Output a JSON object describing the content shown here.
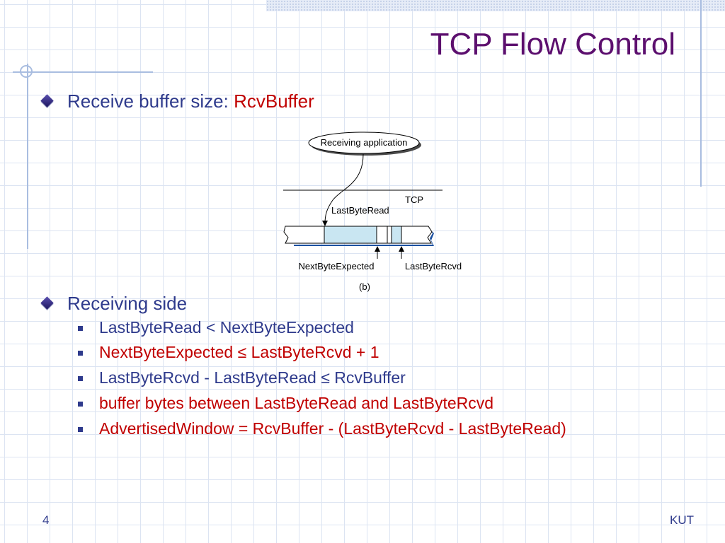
{
  "slide": {
    "title": "TCP Flow Control",
    "bullet1": {
      "text": "Receive buffer size: ",
      "highlight": "RcvBuffer"
    },
    "diagram": {
      "app_label": "Receiving application",
      "tcp_label": "TCP",
      "last_byte_read_label": "LastByteRead",
      "next_byte_expected_label": "NextByteExpected",
      "last_byte_rcvd_label": "LastByteRcvd",
      "caption": "(b)"
    },
    "bullet2": {
      "text": "Receiving side"
    },
    "sub_items": [
      {
        "text": "LastByteRead < NextByteExpected",
        "color": "#2e3a8c"
      },
      {
        "text": "NextByteExpected ≤ LastByteRcvd + 1",
        "color": "#c00000"
      },
      {
        "text": "LastByteRcvd - LastByteRead ≤ RcvBuffer",
        "color": "#2e3a8c"
      },
      {
        "text": "buffer bytes between LastByteRead and LastByteRcvd",
        "color": "#c00000"
      },
      {
        "text": "AdvertisedWindow = RcvBuffer - (LastByteRcvd - LastByteRead)",
        "color": "#c00000"
      }
    ],
    "footer": {
      "page_number": "4",
      "org": "KUT"
    }
  }
}
